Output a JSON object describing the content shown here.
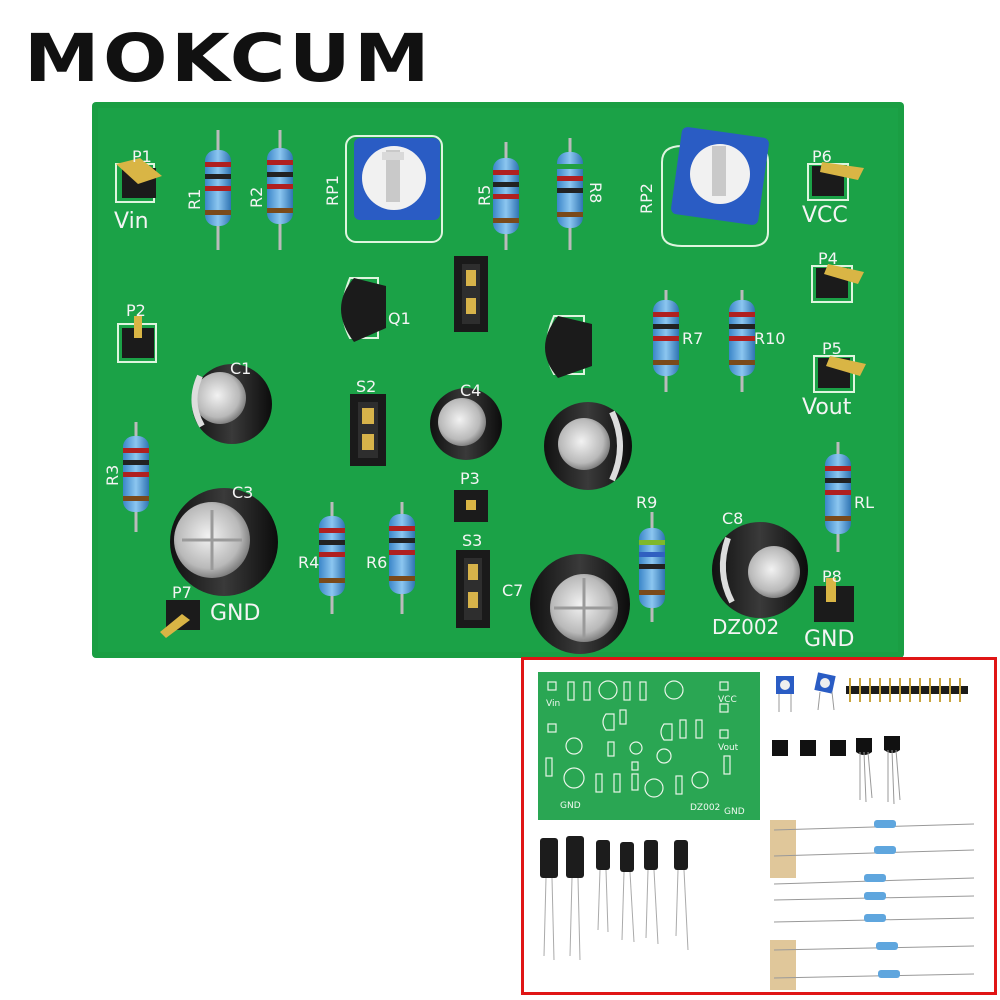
{
  "brand": {
    "text": "MOKCUM"
  },
  "board": {
    "color": "#1a9e43",
    "labels": {
      "p1": "P1",
      "vin": "Vin",
      "r1": "R1",
      "r2": "R2",
      "rp1": "RP1",
      "r5": "R5",
      "r8": "R8",
      "rp2": "RP2",
      "p6": "P6",
      "vcc": "VCC",
      "p4": "P4",
      "q1": "Q1",
      "p2": "P2",
      "r7": "R7",
      "r10": "R10",
      "p5": "P5",
      "vout": "Vout",
      "c1": "C1",
      "s2": "S2",
      "c4": "C4",
      "r3": "R3",
      "p3": "P3",
      "c3": "C3",
      "r9": "R9",
      "c8": "C8",
      "rl": "RL",
      "r4": "R4",
      "r6": "R6",
      "s3": "S3",
      "c7": "C7",
      "p7": "P7",
      "gnd_left": "GND",
      "p8": "P8",
      "gnd_right": "GND",
      "model": "DZ002"
    }
  },
  "inset": {
    "border_color": "#e01515",
    "labels": {
      "vin": "Vin",
      "vcc": "VCC",
      "vout": "Vout",
      "gnd1": "GND",
      "gnd2": "GND",
      "model": "DZ002"
    }
  }
}
